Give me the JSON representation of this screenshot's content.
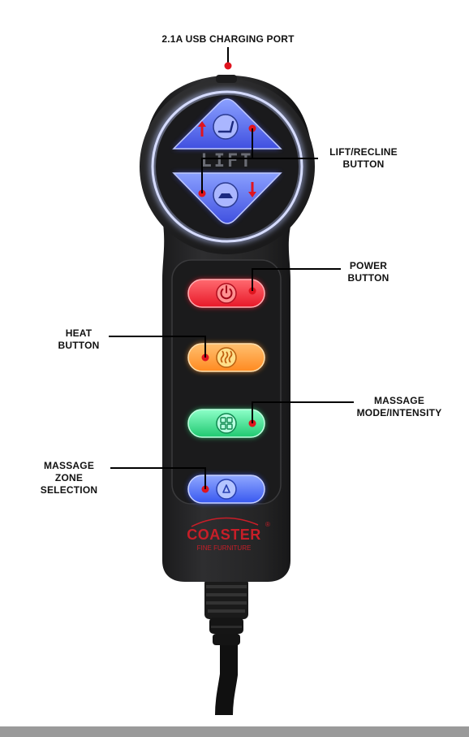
{
  "labels": {
    "usb_port": "2.1A USB CHARGING PORT",
    "lift_recline_line1": "LIFT/RECLINE",
    "lift_recline_line2": "BUTTON",
    "power_line1": "POWER",
    "power_line2": "BUTTON",
    "heat_line1": "HEAT",
    "heat_line2": "BUTTON",
    "massage_mode_line1": "MASSAGE",
    "massage_mode_line2": "MODE/INTENSITY",
    "zone_line1": "MASSAGE",
    "zone_line2": "ZONE SELECTION"
  },
  "remote": {
    "lift_text": "LIFT",
    "brand_name": "COASTER",
    "brand_registered": "®",
    "brand_tagline": "FINE FURNITURE"
  },
  "colors": {
    "callout_dot": "#e0141e",
    "lift_blue": "#5a6cf0",
    "power_red": "#ff3040",
    "heat_orange": "#ffa040",
    "massage_green": "#3fe090",
    "zone_blue": "#5070ff",
    "brand_red": "#c81e28"
  },
  "icons": {
    "up_button": "recline-up-icon",
    "down_button": "recline-down-icon",
    "power": "power-icon",
    "heat": "heat-waves-icon",
    "massage": "massage-icon",
    "zone": "recycle-zone-icon"
  }
}
